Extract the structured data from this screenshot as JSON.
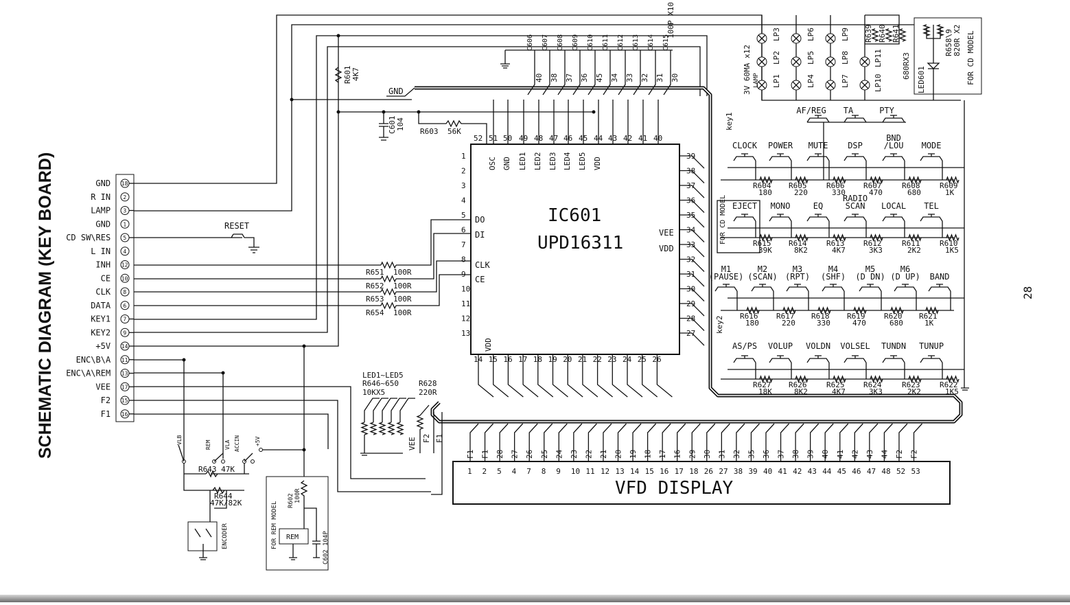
{
  "title": "SCHEMATIC DIAGRAM (KEY BOARD)",
  "page_number": "28",
  "connector_pins": [
    {
      "label": "GND",
      "num": "18"
    },
    {
      "label": "R IN",
      "num": "2"
    },
    {
      "label": "LAMP",
      "num": "3"
    },
    {
      "label": "GND",
      "num": "1"
    },
    {
      "label": "CD SW\\RES",
      "num": "5"
    },
    {
      "label": "L IN",
      "num": "4"
    },
    {
      "label": "INH",
      "num": "12"
    },
    {
      "label": "CE",
      "num": "10"
    },
    {
      "label": "CLK",
      "num": "8"
    },
    {
      "label": "DATA",
      "num": "6"
    },
    {
      "label": "KEY1",
      "num": "7"
    },
    {
      "label": "KEY2",
      "num": "9"
    },
    {
      "label": "+5V",
      "num": "14"
    },
    {
      "label": "ENC\\B\\A",
      "num": "11"
    },
    {
      "label": "ENC\\A\\REM",
      "num": "13"
    },
    {
      "label": "VEE",
      "num": "17"
    },
    {
      "label": "F2",
      "num": "15"
    },
    {
      "label": "F1",
      "num": "16"
    }
  ],
  "reset": "RESET",
  "ic": {
    "ref": "IC601",
    "part": "UPD16311",
    "top_pin_nums": [
      "52",
      "51",
      "50",
      "49",
      "48",
      "47",
      "46",
      "45",
      "44",
      "43",
      "42",
      "41",
      "40"
    ],
    "top_pin_names": [
      "OSC",
      "GND",
      "LED1",
      "LED2",
      "LED3",
      "LED4",
      "LED5",
      "VDD"
    ],
    "left_pin_nums": [
      "1",
      "2",
      "3",
      "4",
      "5",
      "6",
      "7",
      "8",
      "9",
      "10",
      "11",
      "12",
      "13"
    ],
    "left_pin_names": [
      "DO",
      "DI",
      "CLK",
      "CE"
    ],
    "bottom_pin_nums": [
      "14",
      "15",
      "16",
      "17",
      "18",
      "19",
      "20",
      "21",
      "22",
      "23",
      "24",
      "25",
      "26"
    ],
    "bottom_vdd": "VDD",
    "right_pin_nums": [
      "39",
      "38",
      "37",
      "36",
      "35",
      "34",
      "33",
      "32",
      "31",
      "30",
      "29",
      "28",
      "27"
    ],
    "right_pin_names": [
      "VEE",
      "VDD"
    ]
  },
  "caps": {
    "list": [
      "C606",
      "C607",
      "C608",
      "C609",
      "C610",
      "C611",
      "C612",
      "C613",
      "C614",
      "C615"
    ],
    "pins": [
      "40",
      "38",
      "37",
      "36",
      "45",
      "34",
      "33",
      "32",
      "31",
      "30"
    ],
    "value": "100P X10"
  },
  "misc_top": {
    "gnd": "GND",
    "r601": "R601",
    "r601v": "4K7",
    "c601": "C601",
    "c601v": "104",
    "r603": "R603",
    "r603v": "56K"
  },
  "data_resistors": [
    {
      "ref": "R651",
      "val": "100R"
    },
    {
      "ref": "R652",
      "val": "100R"
    },
    {
      "ref": "R653",
      "val": "100R"
    },
    {
      "ref": "R654",
      "val": "100R"
    }
  ],
  "lamps": {
    "col1": [
      "LP3",
      "LP2",
      "LP1"
    ],
    "col2": [
      "LP6",
      "LP5",
      "LP4"
    ],
    "col3": [
      "LP9",
      "LP8",
      "LP7"
    ],
    "col4": [
      "LP11",
      "LP10"
    ],
    "rating": "3V 60MA x12",
    "lamp_word": "LAMP",
    "res": [
      "R639",
      "R640",
      "R641"
    ],
    "res_value": "680RX3",
    "cd_res": "R658\\9",
    "cd_val": "820R X2",
    "led": "LED601",
    "cd_note": "FOR CD MODEL"
  },
  "key_labels": {
    "key1": "key1",
    "key2": "key2"
  },
  "keys": {
    "top": [
      "AF/REG",
      "TA",
      "PTY"
    ],
    "row1": [
      "CLOCK",
      "POWER",
      "MUTE",
      "DSP",
      "BND\n/LOU",
      "MODE"
    ],
    "row1_res": [
      [
        "R604",
        "180"
      ],
      [
        "R605",
        "220"
      ],
      [
        "R606",
        "330"
      ],
      [
        "R607",
        "470"
      ],
      [
        "R608",
        "680"
      ],
      [
        "R609",
        "1K"
      ]
    ],
    "row2": [
      "EJECT",
      "MONO",
      "EQ",
      "RADIO\nSCAN",
      "LOCAL",
      "TEL"
    ],
    "row2_res": [
      [
        "R615",
        "39K"
      ],
      [
        "R614",
        "8K2"
      ],
      [
        "R613",
        "4K7"
      ],
      [
        "R612",
        "3K3"
      ],
      [
        "R611",
        "2K2"
      ],
      [
        "R610",
        "1K5"
      ]
    ],
    "eject_note": "FOR CD MODEL",
    "row3": [
      "M1\n(PAUSE)",
      "M2\n(SCAN)",
      "M3\n(RPT)",
      "M4\n(SHF)",
      "M5\n(D DN)",
      "M6\n(D UP)",
      "BAND"
    ],
    "row3_res": [
      [
        "R616",
        "180"
      ],
      [
        "R617",
        "220"
      ],
      [
        "R618",
        "330"
      ],
      [
        "R619",
        "470"
      ],
      [
        "R620",
        "680"
      ],
      [
        "R621",
        "1K"
      ]
    ],
    "row4": [
      "AS/PS",
      "VOLUP",
      "VOLDN",
      "VOLSEL",
      "TUNDN",
      "TUNUP"
    ],
    "row4_res": [
      [
        "R627",
        "18K"
      ],
      [
        "R626",
        "8K2"
      ],
      [
        "R625",
        "4K7"
      ],
      [
        "R624",
        "3K3"
      ],
      [
        "R623",
        "2K2"
      ],
      [
        "R622",
        "1K5"
      ]
    ]
  },
  "led_res": {
    "a": "LED1~LED5",
    "b": "R646~650",
    "c": "10KX5",
    "d": "R628",
    "e": "220R"
  },
  "vee_labels": [
    "VEE",
    "F2",
    "F1"
  ],
  "vfd": {
    "title": "VFD DISPLAY",
    "top_labels": [
      "F1",
      "F1",
      "28",
      "27",
      "26",
      "25",
      "24",
      "23",
      "22",
      "21",
      "20",
      "19",
      "18",
      "17",
      "16",
      "29",
      "30",
      "31",
      "32",
      "35",
      "36",
      "37",
      "38",
      "39",
      "40",
      "41",
      "42",
      "43",
      "44",
      "F2",
      "F2"
    ],
    "pin_nums": [
      "1",
      "2",
      "5",
      "4",
      "7",
      "8",
      "9",
      "10",
      "11",
      "12",
      "13",
      "14",
      "15",
      "16",
      "17",
      "18",
      "26",
      "27",
      "38",
      "39",
      "40",
      "41",
      "42",
      "43",
      "44",
      "45",
      "46",
      "47",
      "48",
      "52",
      "53"
    ]
  },
  "encoder": {
    "vlb": "VLB",
    "rem": "REM",
    "vla": "VLA",
    "accin": "ACCIN",
    "v5": "+5V",
    "r643": "R643 47K",
    "r644": "R644",
    "r644v": "47K/82K",
    "encoder": "ENCODER"
  },
  "rem_model": {
    "note": "FOR REM MODEL",
    "r602": "R602",
    "r602v": "100R",
    "rem": "REM",
    "c602": "C602 104P"
  }
}
